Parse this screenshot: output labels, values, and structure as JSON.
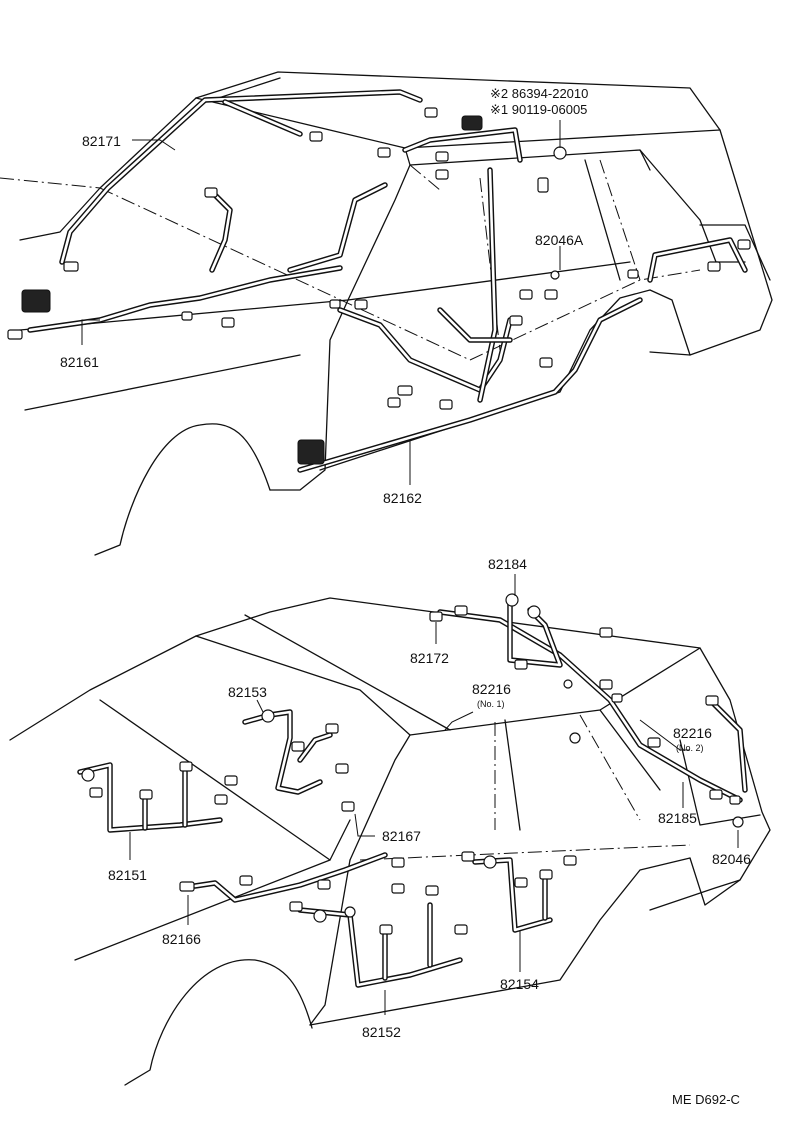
{
  "top_view": {
    "labels": {
      "p82171": "82171",
      "p82161": "82161",
      "p82162": "82162",
      "p82046A": "82046A",
      "ref1": "※2 86394-22010",
      "ref2": "※1 90119-06005"
    }
  },
  "bottom_view": {
    "labels": {
      "p82184": "82184",
      "p82172": "82172",
      "p82153": "82153",
      "p82216a": "82216",
      "p82216a_note": "(No. 1)",
      "p82216b": "82216",
      "p82216b_note": "(No. 2)",
      "p82151": "82151",
      "p82167": "82167",
      "p82185": "82185",
      "p82046": "82046",
      "p82166": "82166",
      "p82154": "82154",
      "p82152": "82152"
    }
  },
  "footer": {
    "code": "ME  D692-C"
  }
}
